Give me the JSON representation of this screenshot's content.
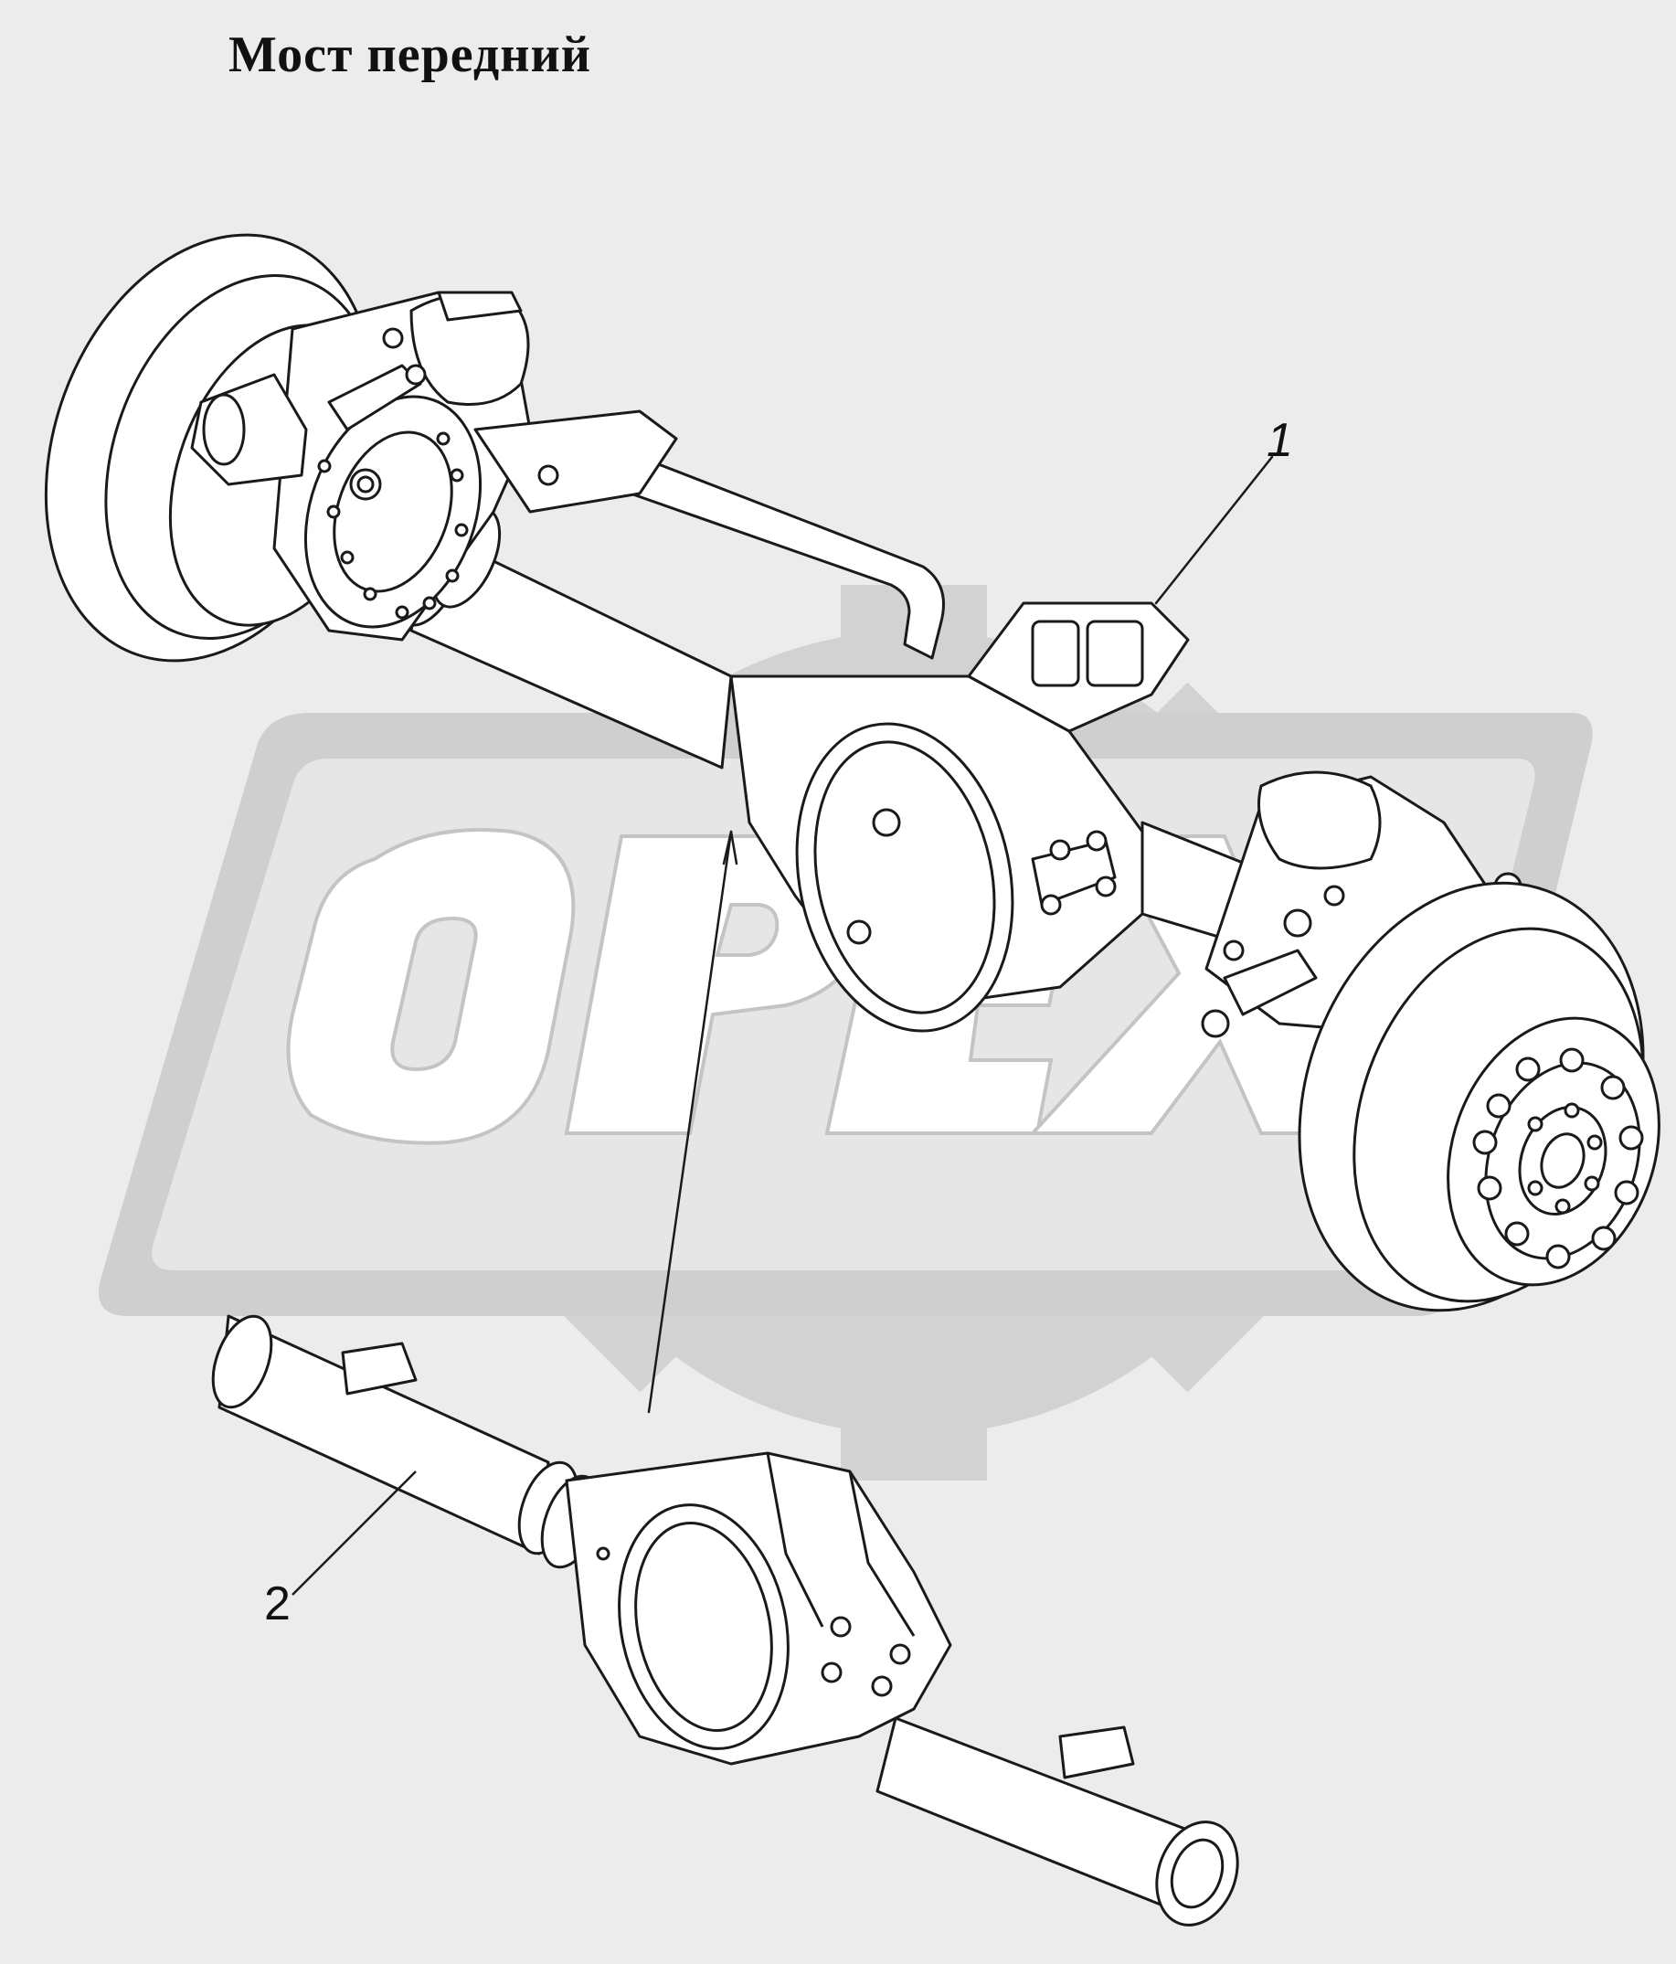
{
  "title": "Мост передний",
  "callouts": [
    {
      "label": "1",
      "part": "front axle assembly"
    },
    {
      "label": "2",
      "part": "axle housing"
    }
  ],
  "watermark": {
    "text": "OPEX"
  },
  "colors": {
    "background": "#ececec",
    "line": "#1a1a1a",
    "watermark_fill": "#cfcfcf",
    "paper": "#ffffff"
  }
}
